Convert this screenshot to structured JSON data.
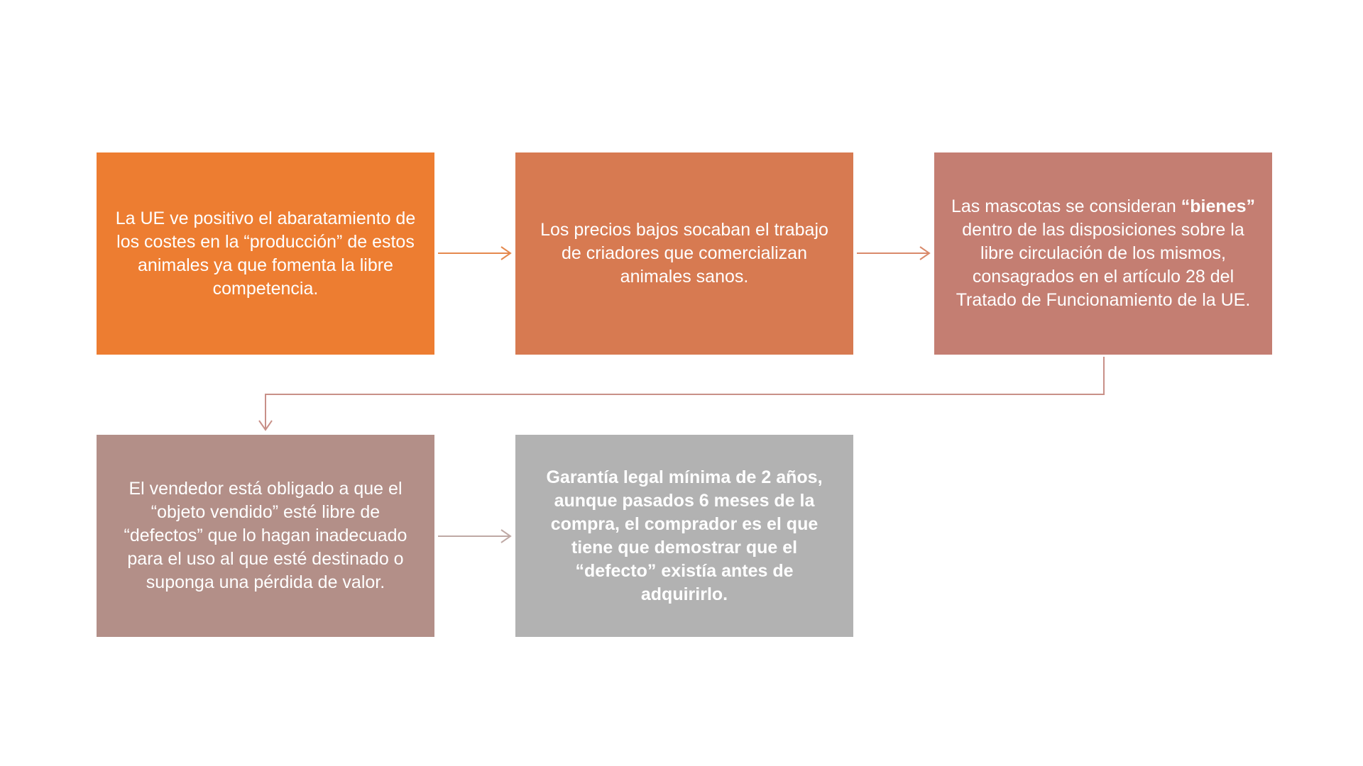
{
  "colors": {
    "box1": "#ED7D31",
    "box2": "#D77A51",
    "box3": "#C47E72",
    "box4": "#B38F88",
    "box5": "#B2B2B2",
    "arrow1": "#E5894E",
    "arrow2": "#D98A6B",
    "arrow3": "#C89088",
    "arrow4": "#BFA9A5"
  },
  "boxes": {
    "box1": {
      "text": "La UE ve positivo el abaratamiento de los costes en la “producción” de estos animales ya que fomenta la libre competencia."
    },
    "box2": {
      "text": "Los precios bajos socaban el trabajo de criadores que comercializan animales sanos."
    },
    "box3": {
      "text_before": "Las mascotas se consideran ",
      "text_bold": "“bienes”",
      "text_after": " dentro de las disposiciones sobre la libre circulación de los mismos, consagrados en el artículo 28 del Tratado de Funcionamiento de la UE."
    },
    "box4": {
      "text": "El vendedor está obligado a que el “objeto vendido” esté libre de “defectos” que lo hagan inadecuado para el uso al que esté destinado o suponga una pérdida de valor."
    },
    "box5": {
      "text": "Garantía legal mínima de 2 años, aunque pasados 6 meses de la compra, el comprador es el que tiene que demostrar que el “defecto” existía antes de adquirirlo."
    }
  }
}
